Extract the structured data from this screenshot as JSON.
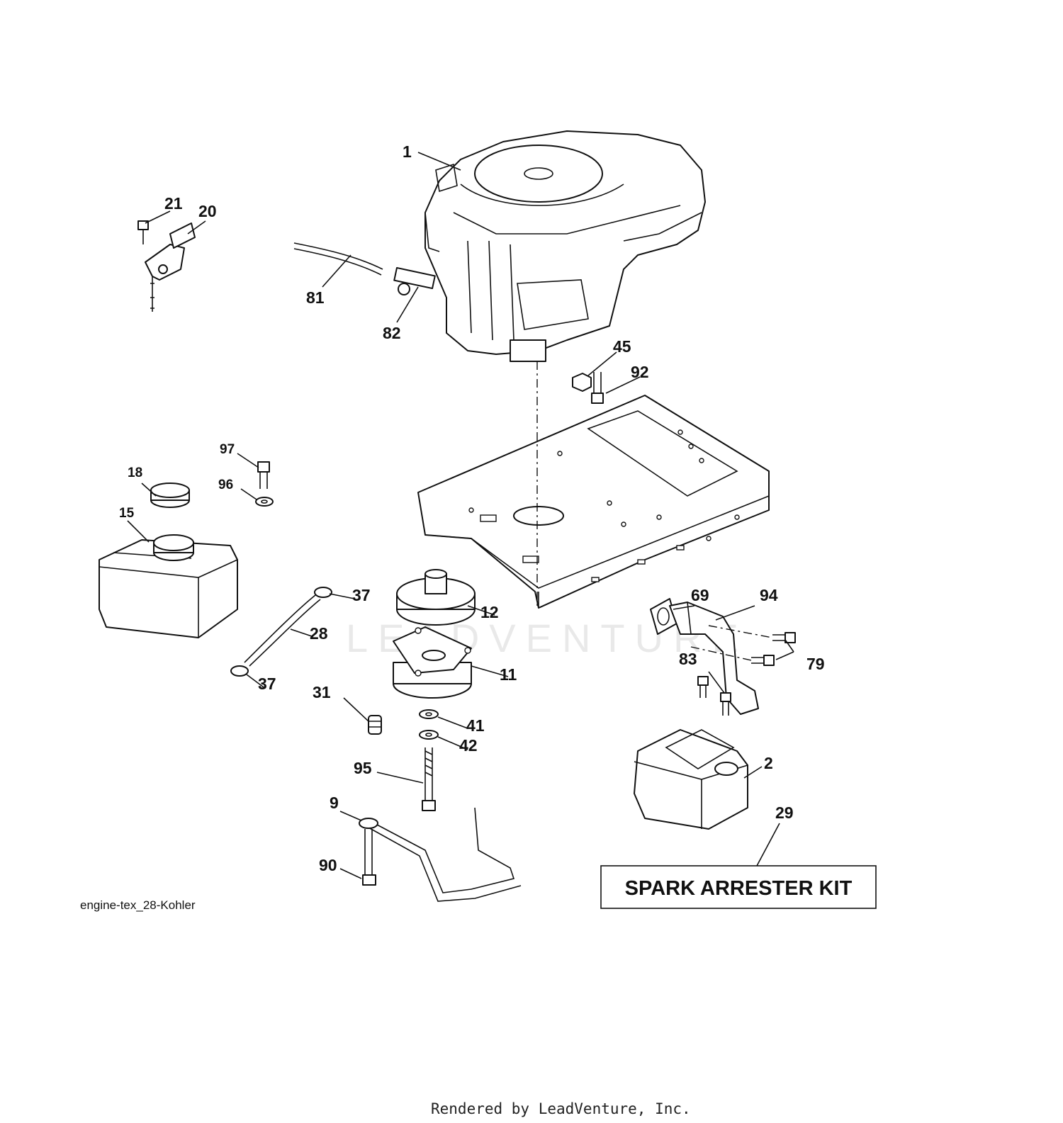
{
  "diagram": {
    "code": "engine-tex_28-Kohler",
    "kit_label": "SPARK ARRESTER KIT",
    "footer": "Rendered by LeadVenture, Inc.",
    "watermark": "LEADVENTURE",
    "callouts": {
      "c1": "1",
      "c2": "2",
      "c9": "9",
      "c11": "11",
      "c12": "12",
      "c15": "15",
      "c18": "18",
      "c20": "20",
      "c21": "21",
      "c28": "28",
      "c29": "29",
      "c31": "31",
      "c37a": "37",
      "c37b": "37",
      "c41": "41",
      "c42": "42",
      "c45": "45",
      "c69": "69",
      "c79": "79",
      "c81": "81",
      "c82": "82",
      "c83": "83",
      "c90": "90",
      "c92": "92",
      "c94": "94",
      "c95": "95",
      "c96": "96",
      "c97": "97"
    }
  }
}
